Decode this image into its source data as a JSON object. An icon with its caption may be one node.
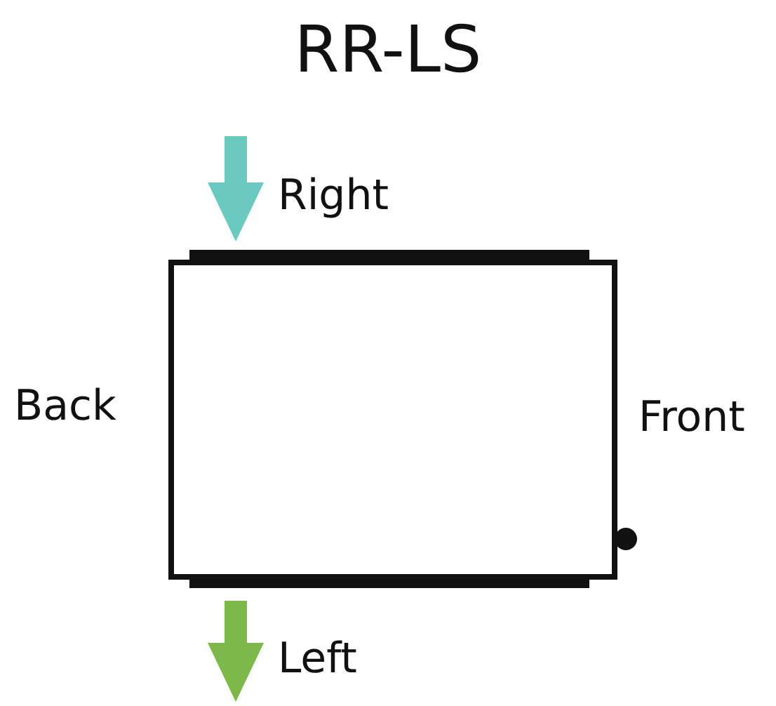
{
  "diagram": {
    "title": "RR-LS",
    "nodes": [
      {
        "text": [],
        "shape": "box"
      }
    ],
    "labels": [
      "Right",
      "Back",
      "Front",
      "Left"
    ]
  }
}
